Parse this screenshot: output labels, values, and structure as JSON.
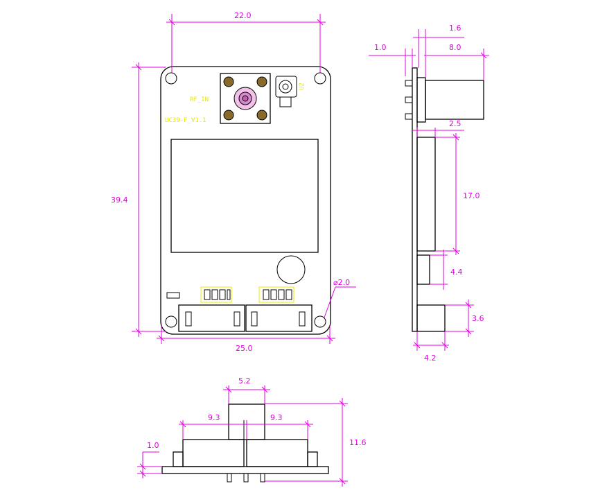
{
  "front_view": {
    "width": "22.0",
    "height": "39.4",
    "bottom_width": "25.0",
    "hole_diameter": "⌀2.0",
    "label_rf_in": "RF_IN",
    "label_u2": "U2",
    "label_model": "UC39-F_V1.1"
  },
  "side_view": {
    "dim_1_6": "1.6",
    "dim_1_0": "1.0",
    "dim_8_0": "8.0",
    "dim_2_5": "2.5",
    "dim_17_0": "17.0",
    "dim_4_4": "4.4",
    "dim_3_6": "3.6",
    "dim_4_2": "4.2"
  },
  "bottom_view": {
    "dim_5_2": "5.2",
    "dim_9_3_left": "9.3",
    "dim_9_3_right": "9.3",
    "dim_11_6": "11.6",
    "dim_1_0": "1.0"
  },
  "colors": {
    "dimension": "#e000e0",
    "silkscreen": "#e8e800",
    "outline": "#000000"
  }
}
